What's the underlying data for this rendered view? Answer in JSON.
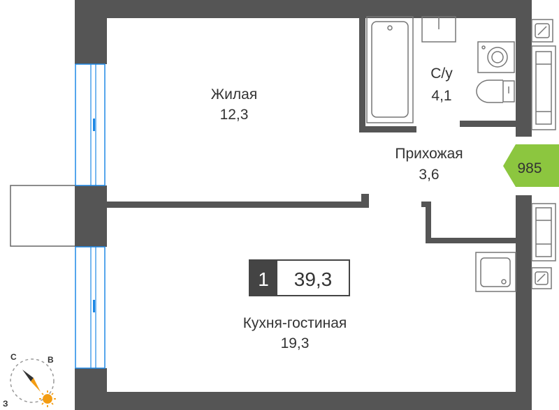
{
  "rooms": {
    "living": {
      "name": "Жилая",
      "area": "12,3"
    },
    "bathroom": {
      "name": "С/у",
      "area": "4,1"
    },
    "hallway": {
      "name": "Прихожая",
      "area": "3,6"
    },
    "kitchen": {
      "name": "Кухня-гостиная",
      "area": "19,3"
    }
  },
  "apartment": {
    "rooms_count": "1",
    "total_area": "39,3"
  },
  "price_tag": {
    "value": "985",
    "color": "#8cc63f"
  },
  "compass": {
    "north": "С",
    "east": "В",
    "west": "З"
  },
  "colors": {
    "wall": "#555555",
    "window": "#1e88e5",
    "fixture": "#777777"
  }
}
